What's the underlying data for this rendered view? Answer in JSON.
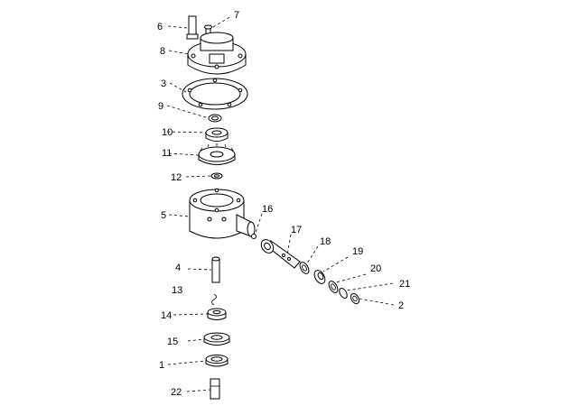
{
  "callouts": {
    "c6": "6",
    "c7": "7",
    "c8": "8",
    "c3": "3",
    "c9": "9",
    "c10": "10",
    "c11": "11",
    "c12": "12",
    "c5": "5",
    "c16": "16",
    "c17": "17",
    "c18": "18",
    "c19": "19",
    "c20": "20",
    "c21": "21",
    "c2": "2",
    "c4": "4",
    "c13": "13",
    "c14": "14",
    "c15": "15",
    "c1": "1",
    "c22": "22"
  }
}
